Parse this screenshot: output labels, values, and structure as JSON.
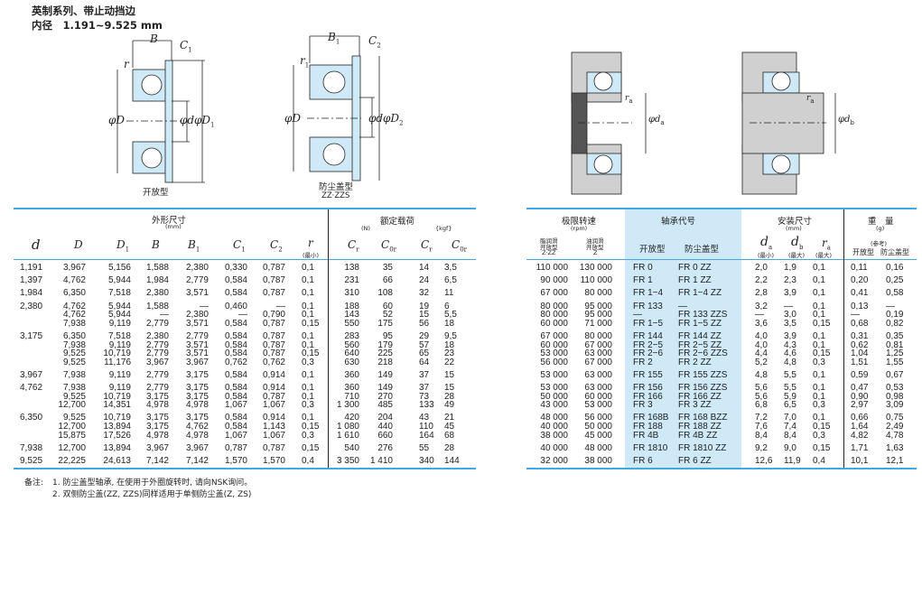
{
  "title": "英制系列、带止动挡边",
  "subtitle": "内径　1.191~9.525 mm",
  "diagrams": {
    "open_caption": "开放型",
    "shield_caption": "防尘盖型",
    "shield_sub": "ZZ·ZZS",
    "labels": {
      "B": "B",
      "C1": "C",
      "B1": "B",
      "C2": "C",
      "r": "r",
      "r1": "r",
      "phiD": "φD",
      "phid": "φd",
      "phiD1": "φD",
      "phiD2": "φD",
      "ra": "r",
      "phida": "φd",
      "phidb": "φd"
    }
  },
  "left_table": {
    "group_dims": "外形尺寸",
    "unit_mm": "(mm)",
    "group_load": "额定载荷",
    "unit_N": "(N)",
    "unit_kgf": "{kgf}",
    "min_note": "(最小)",
    "headers": {
      "d": "d",
      "D": "D",
      "D1": "D",
      "B": "B",
      "B1": "B",
      "C1": "C",
      "C2": "C",
      "r": "r",
      "Cr": "C",
      "C0r": "C",
      "Cr_kgf": "C",
      "C0r_kgf": "C"
    },
    "subs": {
      "one": "1",
      "two": "2",
      "r": "r",
      "zero_r": "0r"
    },
    "rows": [
      [
        "1,191",
        "3,967",
        "5,156",
        "1,588",
        "2,380",
        "0,330",
        "0,787",
        "0,1",
        "138",
        "35",
        "14",
        "3,5"
      ],
      [
        "1,397",
        "4,762",
        "5,944",
        "1,984",
        "2,779",
        "0,584",
        "0,787",
        "0,1",
        "231",
        "66",
        "24",
        "6,5"
      ],
      [
        "1,984",
        "6,350",
        "7,518",
        "2,380",
        "3,571",
        "0,584",
        "0,787",
        "0,1",
        "310",
        "108",
        "32",
        "11"
      ],
      [
        "2,380",
        "4,762",
        "5,944",
        "1,588",
        "—",
        "0,460",
        "—",
        "0,1",
        "188",
        "60",
        "19",
        "6"
      ],
      [
        "",
        "4,762",
        "5,944",
        "—",
        "2,380",
        "—",
        "0,790",
        "0,1",
        "143",
        "52",
        "15",
        "5,5"
      ],
      [
        "",
        "7,938",
        "9,119",
        "2,779",
        "3,571",
        "0,584",
        "0,787",
        "0,15",
        "550",
        "175",
        "56",
        "18"
      ],
      [
        "3,175",
        "6,350",
        "7,518",
        "2,380",
        "2,779",
        "0,584",
        "0,787",
        "0,1",
        "283",
        "95",
        "29",
        "9,5"
      ],
      [
        "",
        "7,938",
        "9,119",
        "2,779",
        "3,571",
        "0,584",
        "0,787",
        "0,1",
        "560",
        "179",
        "57",
        "18"
      ],
      [
        "",
        "9,525",
        "10,719",
        "2,779",
        "3,571",
        "0,584",
        "0,787",
        "0,15",
        "640",
        "225",
        "65",
        "23"
      ],
      [
        "",
        "9,525",
        "11,176",
        "3,967",
        "3,967",
        "0,762",
        "0,762",
        "0,3",
        "630",
        "218",
        "64",
        "22"
      ],
      [
        "3,967",
        "7,938",
        "9,119",
        "2,779",
        "3,175",
        "0,584",
        "0,914",
        "0,1",
        "360",
        "149",
        "37",
        "15"
      ],
      [
        "4,762",
        "7,938",
        "9,119",
        "2,779",
        "3,175",
        "0,584",
        "0,914",
        "0,1",
        "360",
        "149",
        "37",
        "15"
      ],
      [
        "",
        "9,525",
        "10,719",
        "3,175",
        "3,175",
        "0,584",
        "0,787",
        "0,1",
        "710",
        "270",
        "73",
        "28"
      ],
      [
        "",
        "12,700",
        "14,351",
        "4,978",
        "4,978",
        "1,067",
        "1,067",
        "0,3",
        "1 300",
        "485",
        "133",
        "49"
      ],
      [
        "6,350",
        "9,525",
        "10,719",
        "3,175",
        "3,175",
        "0,584",
        "0,914",
        "0,1",
        "420",
        "204",
        "43",
        "21"
      ],
      [
        "",
        "12,700",
        "13,894",
        "3,175",
        "4,762",
        "0,584",
        "1,143",
        "0,15",
        "1 080",
        "440",
        "110",
        "45"
      ],
      [
        "",
        "15,875",
        "17,526",
        "4,978",
        "4,978",
        "1,067",
        "1,067",
        "0,3",
        "1 610",
        "660",
        "164",
        "68"
      ],
      [
        "7,938",
        "12,700",
        "13,894",
        "3,967",
        "3,967",
        "0,787",
        "0,787",
        "0,15",
        "540",
        "276",
        "55",
        "28"
      ],
      [
        "9,525",
        "22,225",
        "24,613",
        "7,142",
        "7,142",
        "1,570",
        "1,570",
        "0,4",
        "3 350",
        "1 410",
        "340",
        "144"
      ]
    ]
  },
  "right_table": {
    "group_speed": "极限转速",
    "unit_rpm": "(rpm)",
    "grease": "脂润滑",
    "oil": "油润滑",
    "open_type": "开放型",
    "grease_types": "Z·ZZ",
    "oil_types": "Z",
    "group_code": "轴承代号",
    "code_open": "开放型",
    "code_shield": "防尘盖型",
    "group_mount": "安装尺寸",
    "unit_mm": "(mm)",
    "headers": {
      "da": "d",
      "db": "d",
      "ra": "r"
    },
    "subs": {
      "a": "a",
      "b": "b"
    },
    "min_note": "(最小)",
    "max_note": "(最大)",
    "group_weight": "重　量",
    "unit_g": "(g)",
    "ref_note": "(参考)",
    "w_open": "开放型",
    "w_shield": "防尘盖型",
    "rows": [
      [
        "110 000",
        "130 000",
        "FR 0",
        "FR 0 ZZ",
        "2,0",
        "1,9",
        "0,1",
        "0,11",
        "0,16"
      ],
      [
        "90 000",
        "110 000",
        "FR 1",
        "FR 1 ZZ",
        "2,2",
        "2,3",
        "0,1",
        "0,20",
        "0,25"
      ],
      [
        "67 000",
        "80 000",
        "FR 1−4",
        "FR 1−4 ZZ",
        "2,8",
        "3,9",
        "0,1",
        "0,41",
        "0,58"
      ],
      [
        "80 000",
        "95 000",
        "FR 133",
        "—",
        "3,2",
        "—",
        "0,1",
        "0,13",
        "—"
      ],
      [
        "80 000",
        "95 000",
        "—",
        "FR 133 ZZS",
        "—",
        "3,0",
        "0,1",
        "—",
        "0,19"
      ],
      [
        "60 000",
        "71 000",
        "FR 1−5",
        "FR 1−5 ZZ",
        "3,6",
        "3,5",
        "0,15",
        "0,68",
        "0,82"
      ],
      [
        "67 000",
        "80 000",
        "FR 144",
        "FR 144 ZZ",
        "4,0",
        "3,9",
        "0,1",
        "0,31",
        "0,35"
      ],
      [
        "60 000",
        "67 000",
        "FR 2−5",
        "FR 2−5 ZZ",
        "4,0",
        "4,3",
        "0,1",
        "0,62",
        "0,81"
      ],
      [
        "53 000",
        "63 000",
        "FR 2−6",
        "FR 2−6 ZZS",
        "4,4",
        "4,6",
        "0,15",
        "1,04",
        "1,25"
      ],
      [
        "56 000",
        "67 000",
        "FR 2",
        "FR 2 ZZ",
        "5,2",
        "4,8",
        "0,3",
        "1,51",
        "1,55"
      ],
      [
        "53 000",
        "63 000",
        "FR 155",
        "FR 155 ZZS",
        "4,8",
        "5,5",
        "0,1",
        "0,59",
        "0,67"
      ],
      [
        "53 000",
        "63 000",
        "FR 156",
        "FR 156 ZZS",
        "5,6",
        "5,5",
        "0,1",
        "0,47",
        "0,53"
      ],
      [
        "50 000",
        "60 000",
        "FR 166",
        "FR 166 ZZ",
        "5,6",
        "5,9",
        "0,1",
        "0,90",
        "0,98"
      ],
      [
        "43 000",
        "53 000",
        "FR 3",
        "FR 3 ZZ",
        "6,8",
        "6,5",
        "0,3",
        "2,97",
        "3,09"
      ],
      [
        "48 000",
        "56 000",
        "FR 168B",
        "FR 168 BZZ",
        "7,2",
        "7,0",
        "0,1",
        "0,66",
        "0,75"
      ],
      [
        "40 000",
        "50 000",
        "FR 188",
        "FR 188 ZZ",
        "7,6",
        "7,4",
        "0,15",
        "1,64",
        "2,49"
      ],
      [
        "38 000",
        "45 000",
        "FR 4B",
        "FR 4B ZZ",
        "8,4",
        "8,4",
        "0,3",
        "4,82",
        "4,78"
      ],
      [
        "40 000",
        "48 000",
        "FR 1810",
        "FR 1810 ZZ",
        "9,2",
        "9,0",
        "0,15",
        "1,71",
        "1,63"
      ],
      [
        "32 000",
        "38 000",
        "FR 6",
        "FR 6 ZZ",
        "12,6",
        "11,9",
        "0,4",
        "10,1",
        "12,1"
      ]
    ]
  },
  "notes": {
    "label": "备注:",
    "items": [
      "1.  防尘盖型轴承, 在使用于外圈旋转时, 请向NSK询问。",
      "2.  双侧防尘盖(ZZ, ZZS)同样适用于单侧防尘盖(Z, ZS)"
    ]
  },
  "colors": {
    "accent": "#3fa9e0",
    "band": "#cfe9f7",
    "part": "#cfe9f7",
    "housing": "#d0d0d0"
  }
}
